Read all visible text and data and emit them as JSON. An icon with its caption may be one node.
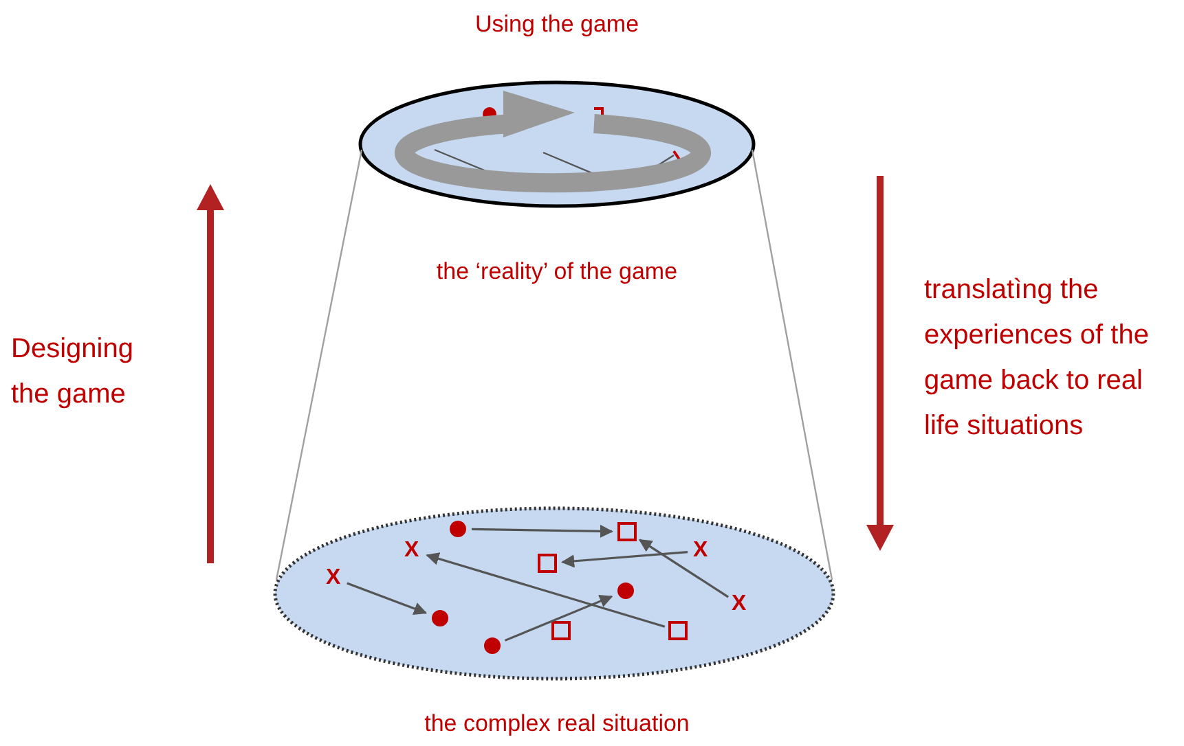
{
  "diagram": {
    "nodes": [
      {
        "text": [
          "Using the game",
          "the ‘reality’ of the game"
        ]
      },
      {
        "text": [
          "the complex real situation"
        ]
      },
      {
        "text": [],
        "shape": "circle",
        "in": 1
      },
      {
        "text": [],
        "shape": "box",
        "in": 1
      },
      {
        "text": [
          "X"
        ],
        "in": 1
      },
      {
        "text": [
          "X"
        ],
        "in": 1
      },
      {
        "text": [],
        "shape": "box",
        "in": 1
      },
      {
        "text": [
          "X"
        ],
        "in": 1
      },
      {
        "text": [],
        "shape": "circle",
        "in": 1
      },
      {
        "text": [
          "X"
        ],
        "in": 1
      },
      {
        "text": [],
        "shape": "circle",
        "in": 1
      },
      {
        "text": [],
        "shape": "box",
        "in": 1
      },
      {
        "text": [],
        "shape": "box",
        "in": 1
      },
      {
        "text": [],
        "shape": "circle",
        "in": 1
      }
    ],
    "edges": [
      {
        "from": 0,
        "to": 1,
        "arrow": "none",
        "color": "#a0a0a0"
      },
      {
        "from": 0,
        "to": 1,
        "arrow": "none",
        "color": "#a0a0a0"
      },
      {
        "from": 2,
        "to": 3,
        "arrow": "to"
      },
      {
        "from": 5,
        "to": 6,
        "arrow": "to"
      },
      {
        "from": 9,
        "to": 3,
        "arrow": "to"
      },
      {
        "from": 7,
        "to": 10,
        "arrow": "to"
      },
      {
        "from": 12,
        "to": 4,
        "arrow": "to"
      },
      {
        "from": 13,
        "to": 8,
        "arrow": "to"
      }
    ],
    "labels": [
      "Designing the game",
      "translatìng the experiences of the game back to real life situations"
    ]
  }
}
